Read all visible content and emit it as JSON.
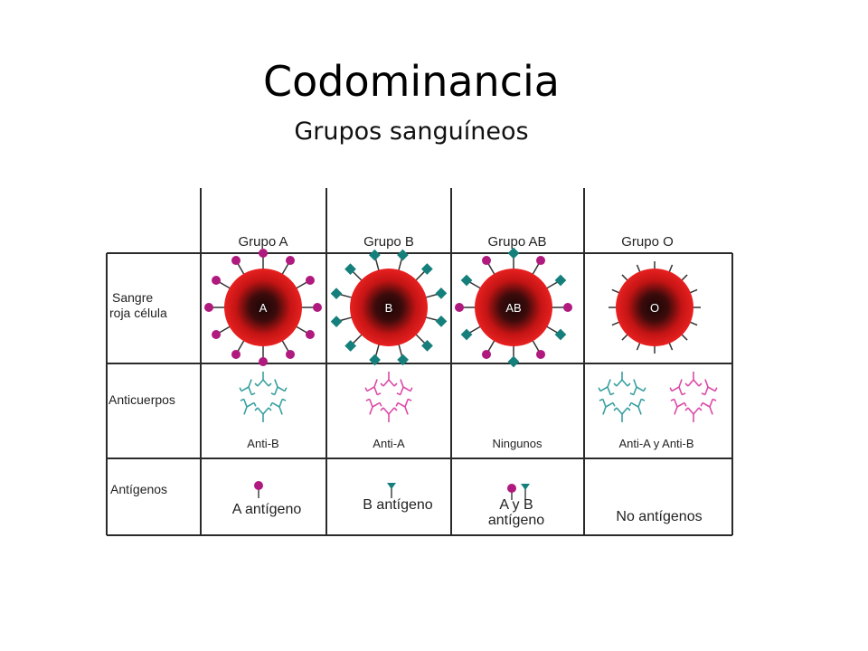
{
  "slide": {
    "title": "Codominancia",
    "subtitle": "Grupos sanguíneos"
  },
  "table": {
    "columns": [
      "Grupo A",
      "Grupo B",
      "Grupo AB",
      "Grupo O"
    ],
    "rows": {
      "red_cell": {
        "label_line1": "Sangre",
        "label_line2": "roja célula"
      },
      "antibodies": {
        "label": "Anticuerpos"
      },
      "antigens": {
        "label": "Antígenos"
      }
    },
    "cells": [
      {
        "group": "A",
        "cell_letter": "A",
        "antigen_type": "A",
        "antibodies": "Anti-B",
        "antigen_line1": "A antígeno",
        "antigen_line2": ""
      },
      {
        "group": "B",
        "cell_letter": "B",
        "antigen_type": "B",
        "antibodies": "Anti-A",
        "antigen_line1": "B antígeno",
        "antigen_line2": ""
      },
      {
        "group": "AB",
        "cell_letter": "AB",
        "antigen_type": "AB",
        "antibodies": "Ningunos",
        "antigen_line1": "A y B",
        "antigen_line2": "antígeno"
      },
      {
        "group": "O",
        "cell_letter": "O",
        "antigen_type": "none",
        "antibodies": "Anti-A y Anti-B",
        "antigen_line1": "No antígenos",
        "antigen_line2": ""
      }
    ],
    "colors": {
      "a_marker": "#b0197e",
      "b_marker": "#157f7c",
      "cell_red": "#e21a1a",
      "cell_core": "#1a0606",
      "anti_b_antibody": "#3aa0a0",
      "anti_a_antibody": "#dc4aa8",
      "grid": "#2a2a2a"
    }
  }
}
